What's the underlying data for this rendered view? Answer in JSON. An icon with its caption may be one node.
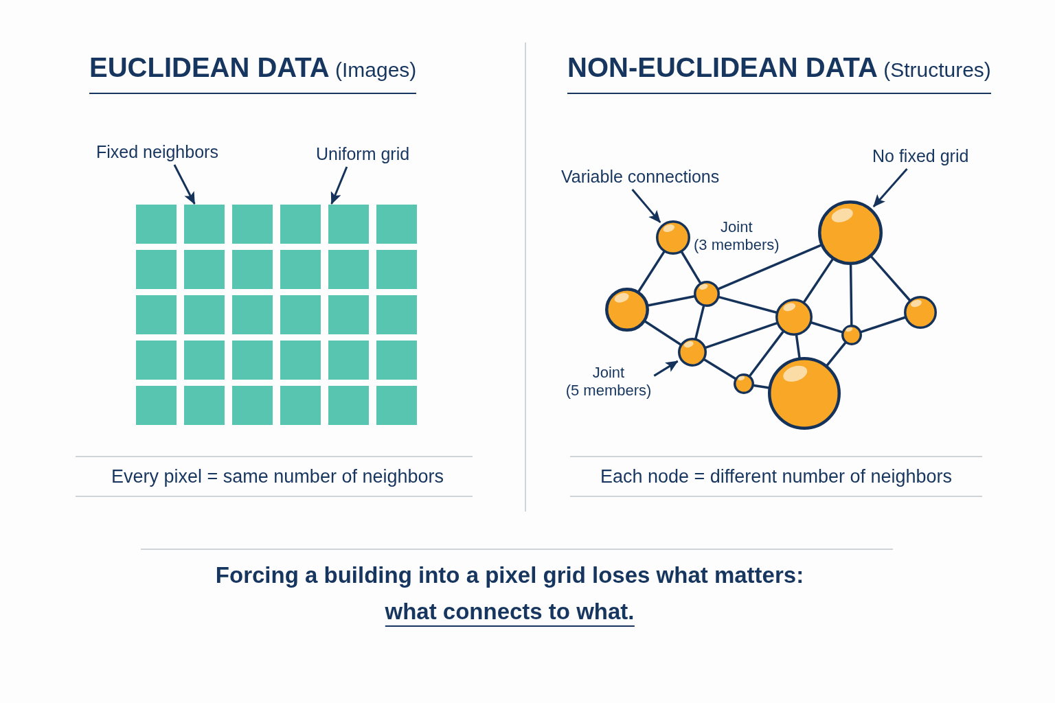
{
  "diagram": {
    "caption": "Forcing a building into a pixel grid loses what matters: what connects to what.",
    "nodes": [
      {
        "text": [
          "Fixed neighbors"
        ]
      },
      {
        "text": [
          "Uniform grid"
        ]
      },
      {
        "text": [],
        "shape": "box"
      },
      {
        "text": [],
        "shape": "box"
      },
      {
        "text": [],
        "shape": "box"
      },
      {
        "text": [],
        "shape": "box"
      },
      {
        "text": [],
        "shape": "box"
      },
      {
        "text": [],
        "shape": "box"
      },
      {
        "text": [],
        "shape": "box"
      },
      {
        "text": [],
        "shape": "box"
      },
      {
        "text": [],
        "shape": "box"
      },
      {
        "text": [],
        "shape": "box"
      },
      {
        "text": [],
        "shape": "box"
      },
      {
        "text": [],
        "shape": "box"
      },
      {
        "text": [],
        "shape": "box"
      },
      {
        "text": [],
        "shape": "box"
      },
      {
        "text": [],
        "shape": "box"
      },
      {
        "text": [],
        "shape": "box"
      },
      {
        "text": [],
        "shape": "box"
      },
      {
        "text": [],
        "shape": "box"
      },
      {
        "text": [],
        "shape": "box"
      },
      {
        "text": [],
        "shape": "box"
      },
      {
        "text": [],
        "shape": "box"
      },
      {
        "text": [],
        "shape": "box"
      },
      {
        "text": [],
        "shape": "box"
      },
      {
        "text": [],
        "shape": "box"
      },
      {
        "text": [],
        "shape": "box"
      },
      {
        "text": [],
        "shape": "box"
      },
      {
        "text": [],
        "shape": "box"
      },
      {
        "text": [],
        "shape": "box"
      },
      {
        "text": [],
        "shape": "box"
      },
      {
        "text": [],
        "shape": "box"
      },
      {
        "text": [
          "Variable connections"
        ]
      },
      {
        "text": [
          "No fixed grid"
        ]
      },
      {
        "text": [],
        "shape": "circle"
      },
      {
        "text": [],
        "shape": "circle"
      },
      {
        "text": [],
        "shape": "circle"
      },
      {
        "text": [],
        "shape": "circle"
      },
      {
        "text": [],
        "shape": "circle"
      },
      {
        "text": [],
        "shape": "circle"
      },
      {
        "text": [],
        "shape": "circle"
      },
      {
        "text": [],
        "shape": "circle"
      },
      {
        "text": [
          "Joint (5 members)"
        ]
      },
      {
        "text": [],
        "shape": "circle"
      },
      {
        "text": [],
        "shape": "circle"
      }
    ],
    "edges": [
      {
        "from": 0,
        "to": 3,
        "arrow": "to"
      },
      {
        "from": 1,
        "to": 6,
        "arrow": "to"
      },
      {
        "from": 32,
        "to": 34,
        "arrow": "to"
      },
      {
        "from": 33,
        "to": 35,
        "arrow": "to"
      },
      {
        "from": 42,
        "to": 41,
        "arrow": "to"
      },
      {
        "from": 34,
        "to": 37,
        "arrow": "none"
      },
      {
        "from": 34,
        "to": 36,
        "arrow": "none"
      },
      {
        "from": 37,
        "to": 36,
        "arrow": "none"
      },
      {
        "from": 37,
        "to": 41,
        "arrow": "none"
      },
      {
        "from": 36,
        "to": 41,
        "arrow": "none"
      },
      {
        "from": 36,
        "to": 35,
        "arrow": "none"
      },
      {
        "from": 36,
        "to": 39,
        "arrow": "none"
      },
      {
        "from": 41,
        "to": 39,
        "arrow": "none"
      },
      {
        "from": 41,
        "to": 43,
        "arrow": "none"
      },
      {
        "from": 43,
        "to": 44,
        "arrow": "none"
      },
      {
        "from": 39,
        "to": 35,
        "arrow": "none"
      },
      {
        "from": 39,
        "to": 44,
        "arrow": "none"
      },
      {
        "from": 39,
        "to": 40,
        "arrow": "none"
      },
      {
        "from": 39,
        "to": 43,
        "arrow": "none"
      },
      {
        "from": 35,
        "to": 40,
        "arrow": "none"
      },
      {
        "from": 35,
        "to": 38,
        "arrow": "none"
      },
      {
        "from": 40,
        "to": 38,
        "arrow": "none"
      },
      {
        "from": 40,
        "to": 44,
        "arrow": "none"
      }
    ],
    "labels": [
      "**EUCLIDEAN DATA** (Images)",
      "**NON-EUCLIDEAN DATA** (Structures)",
      "Joint (3 members)",
      "Every pixel = same number of neighbors",
      "Each node = different number of neighbors"
    ]
  }
}
